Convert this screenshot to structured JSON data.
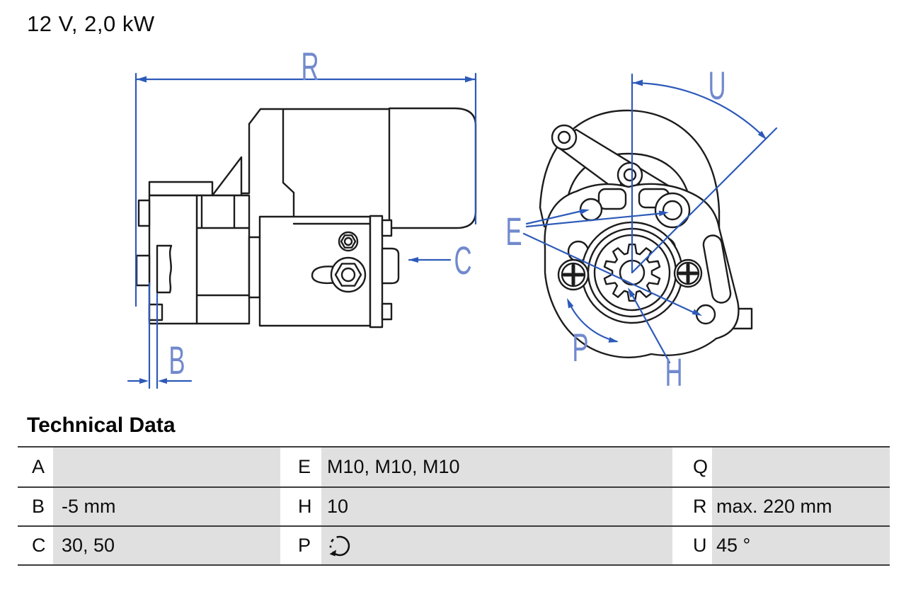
{
  "title": "12 V, 2,0 kW",
  "drawing": {
    "dimension_labels": {
      "R": "R",
      "U": "U",
      "C": "C",
      "B": "B",
      "E": "E",
      "P": "P",
      "H": "H"
    },
    "colors": {
      "dimension_line": "#2d5ab9",
      "dimension_label": "#7189cd",
      "drawing_line": "#1c1c1c"
    },
    "views": [
      "side-view",
      "front-view"
    ]
  },
  "technical_data": {
    "heading": "Technical Data",
    "cell_background": "#e0e0e0",
    "rows": [
      [
        {
          "key": "A",
          "value": ""
        },
        {
          "key": "E",
          "value": "M10, M10, M10"
        },
        {
          "key": "Q",
          "value": ""
        }
      ],
      [
        {
          "key": "B",
          "value": "-5 mm"
        },
        {
          "key": "H",
          "value": "10"
        },
        {
          "key": "R",
          "value": "max. 220 mm"
        }
      ],
      [
        {
          "key": "C",
          "value": "30, 50"
        },
        {
          "key": "P",
          "value": "",
          "icon": "counterclockwise-rotation-icon"
        },
        {
          "key": "U",
          "value": "45 °"
        }
      ]
    ]
  }
}
